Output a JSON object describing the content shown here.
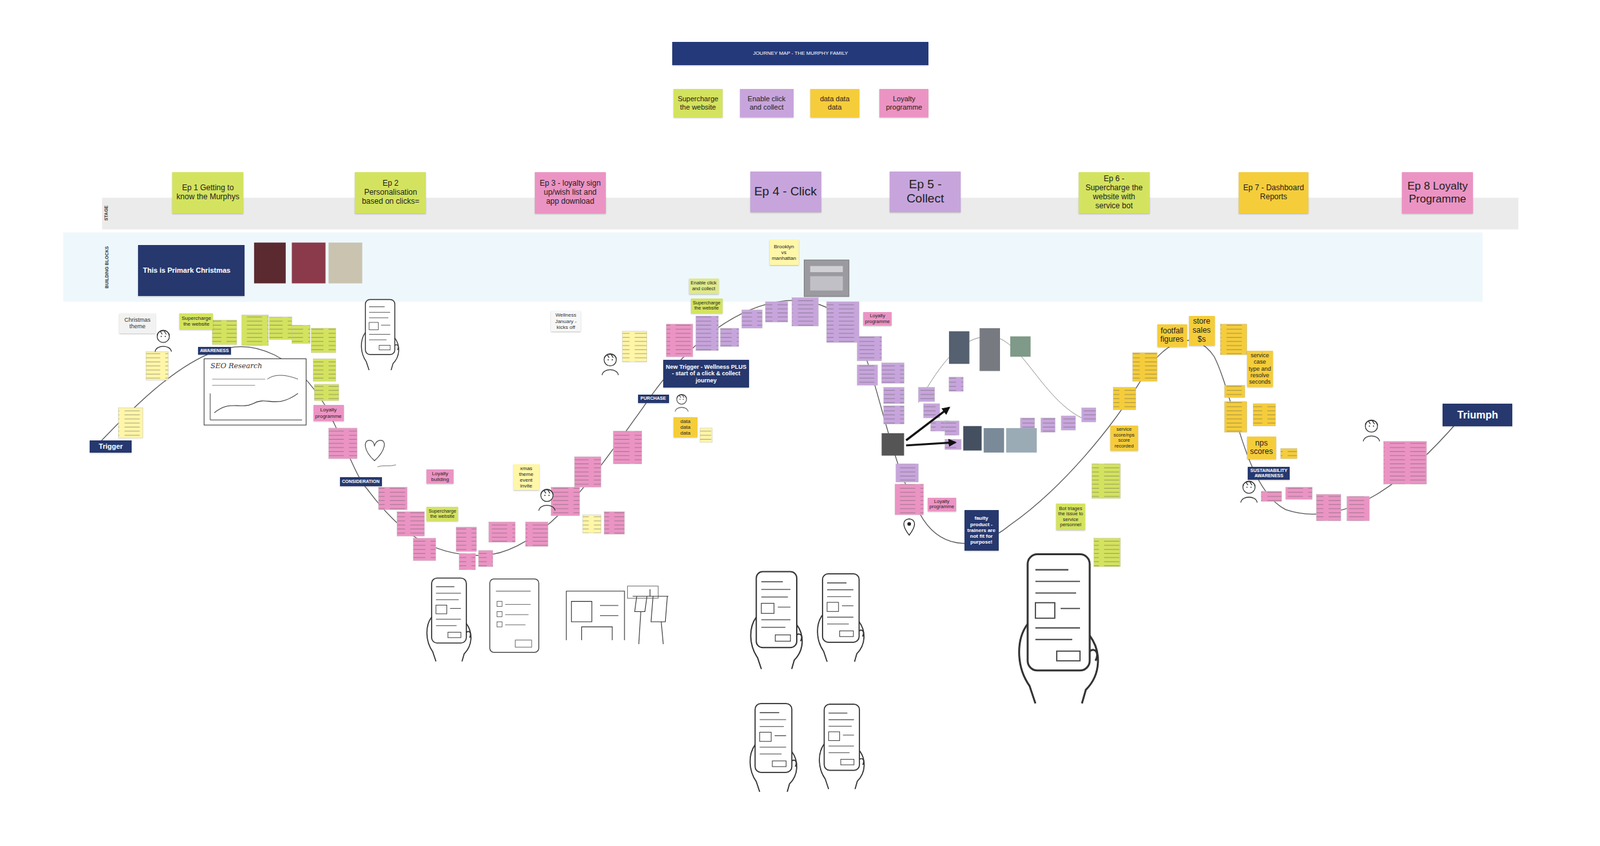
{
  "diagram": {
    "title": "JOURNEY MAP - THE MURPHY FAMILY",
    "nodes": [
      {
        "text": [
          "Ep 1 Getting to know the Murphys"
        ]
      },
      {
        "text": [
          "Ep 2 Personalisation based on clicks="
        ]
      },
      {
        "text": [
          "Ep 3 - loyalty sign up/wish list and app download"
        ]
      },
      {
        "text": [
          "Ep 4 - Click"
        ]
      },
      {
        "text": [
          "Ep 5 - Collect"
        ]
      },
      {
        "text": [
          "Ep 6 - Supercharge the website with service bot"
        ]
      },
      {
        "text": [
          "Ep 7 - Dashboard Reports"
        ]
      },
      {
        "text": [
          "Ep 8 Loyalty Programme"
        ]
      },
      {
        "text": [
          "This is Primark Christmas"
        ]
      },
      {
        "text": [
          "Christmas theme"
        ]
      },
      {
        "text": [
          "Supercharge the website"
        ]
      },
      {
        "text": [
          "AWARENESS"
        ]
      },
      {
        "text": [
          "Trigger"
        ]
      },
      {
        "text": [
          "Loyalty programme"
        ]
      },
      {
        "text": [
          "CONSIDERATION"
        ]
      },
      {
        "text": [
          "Loyalty building"
        ]
      },
      {
        "text": [
          "Supercharge the website"
        ]
      },
      {
        "text": [
          "xmas theme event invite"
        ]
      },
      {
        "text": [
          "Wellness January - kicks off"
        ]
      },
      {
        "text": [
          "Enable click and collect"
        ]
      },
      {
        "text": [
          "Supercharge the website"
        ]
      },
      {
        "text": [
          "New Trigger - Wellness PLUS - start of a click & collect journey"
        ]
      },
      {
        "text": [
          "PURCHASE"
        ]
      },
      {
        "text": [
          "data data data"
        ]
      },
      {
        "text": [
          "Brooklyn vs manhattan"
        ]
      },
      {
        "text": [
          "Loyalty programme"
        ]
      },
      {
        "text": [
          "Loyalty programme"
        ]
      },
      {
        "text": [
          "faulty product - trainers are not fit for purpose!"
        ]
      },
      {
        "text": [
          "Bot triages the issue to service personnel"
        ]
      },
      {
        "text": [
          "service score/nps score recorded"
        ]
      },
      {
        "text": [
          "footfall figures"
        ]
      },
      {
        "text": [
          "store sales $s"
        ]
      },
      {
        "text": [
          "service case type and resolve seconds"
        ]
      },
      {
        "text": [
          "nps scores"
        ]
      },
      {
        "text": [
          "SUSTAINABILITY AWARENESS"
        ]
      },
      {
        "text": [
          "Triumph"
        ]
      }
    ],
    "labels": [
      "STAGE",
      "BUILDING BLOCKS",
      "SEO Research"
    ],
    "legend": [
      {
        "text": "Supercharge the website",
        "color": "#d4e35f"
      },
      {
        "text": "Enable click and collect",
        "color": "#c7a5dc"
      },
      {
        "text": "data data data",
        "color": "#f5cd3b"
      },
      {
        "text": "Loyalty programme",
        "color": "#eb94c4"
      }
    ]
  }
}
